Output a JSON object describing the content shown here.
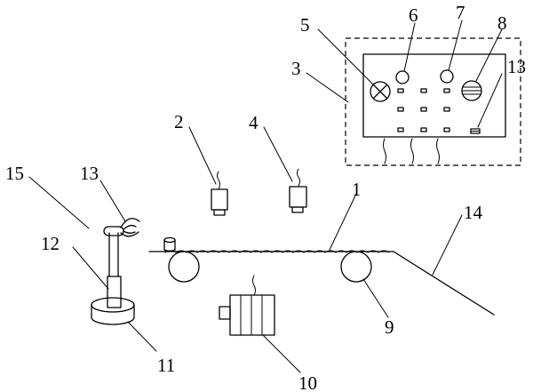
{
  "labels": {
    "l1": "1",
    "l2": "2",
    "l3": "3",
    "l4": "4",
    "l5": "5",
    "l6": "6",
    "l7": "7",
    "l8": "8",
    "l9": "9",
    "l10": "10",
    "l11": "11",
    "l12": "12",
    "l13_arm": "13",
    "l13_panel": "13",
    "l14": "14",
    "l15": "15"
  }
}
